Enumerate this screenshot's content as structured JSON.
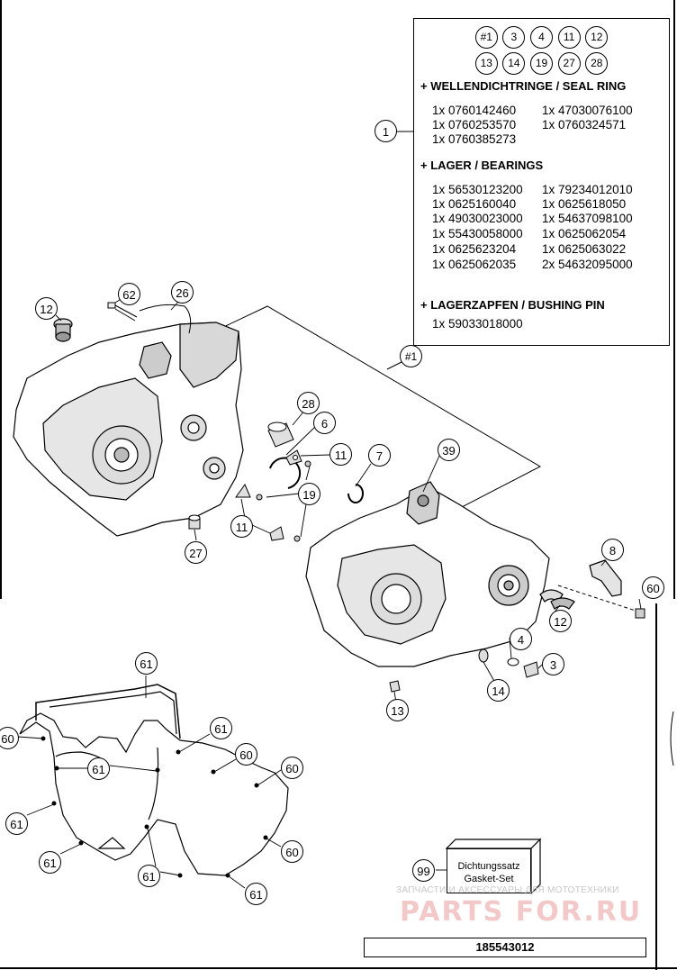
{
  "legend": {
    "chips_row1": [
      "#1",
      "3",
      "4",
      "11",
      "12"
    ],
    "chips_row2": [
      "13",
      "14",
      "19",
      "27",
      "28"
    ],
    "seal_heading": "+ WELLENDICHTRINGE / SEAL RING",
    "seal_rows": [
      [
        "1x 0760142460",
        "1x 47030076100"
      ],
      [
        "1x 0760253570",
        "1x 0760324571"
      ],
      [
        "1x 0760385273",
        ""
      ]
    ],
    "bearing_heading": "+ LAGER / BEARINGS",
    "bearing_rows": [
      [
        "1x 56530123200",
        "1x 79234012010"
      ],
      [
        "1x 0625160040",
        "1x 0625618050"
      ],
      [
        "1x 49030023000",
        "1x 54637098100"
      ],
      [
        "1x 55430058000",
        "1x 0625062054"
      ],
      [
        "1x 0625623204",
        "1x 0625063022"
      ],
      [
        "1x 0625062035",
        "2x 54632095000"
      ]
    ],
    "bushing_heading": "+ LAGERZAPFEN / BUSHING PIN",
    "bushing_rows": [
      [
        "1x 59033018000",
        ""
      ]
    ]
  },
  "callouts": {
    "c1": "1",
    "c12a": "12",
    "c62": "62",
    "c26": "26",
    "c1hash": "#1",
    "c28": "28",
    "c6": "6",
    "c11a": "11",
    "c7": "7",
    "c39": "39",
    "c19": "19",
    "c11b": "11",
    "c27": "27",
    "c8": "8",
    "c60a": "60",
    "c12b": "12",
    "c4": "4",
    "c3": "3",
    "c14": "14",
    "c13": "13",
    "c61a": "61",
    "c60b": "60",
    "c61b": "61",
    "c61c": "61",
    "c60c": "60",
    "c60d": "60",
    "c61d": "61",
    "c60e": "60",
    "c61e": "61",
    "c61f": "61",
    "c61g": "61",
    "c99": "99"
  },
  "gasket_set": {
    "line1": "Dichtungssatz",
    "line2": "Gasket-Set"
  },
  "part_number": "185543012",
  "watermark": {
    "text": "ЗАПЧАСТИ И АКСЕССУАРЫ ДЛЯ МОТОТЕХНИКИ",
    "logo": "PARTS FOR.RU"
  }
}
